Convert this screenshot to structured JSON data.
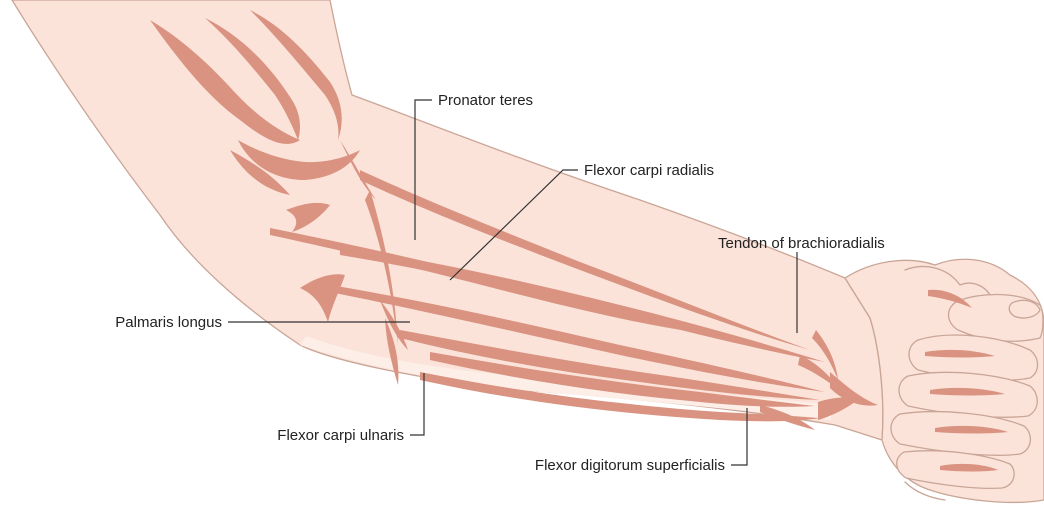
{
  "labels": {
    "pronator_teres": "Pronator teres",
    "flexor_carpi_radialis": "Flexor carpi radialis",
    "tendon_of_brachioradialis": "Tendon of brachioradialis",
    "palmaris_longus": "Palmaris longus",
    "flexor_carpi_ulnaris": "Flexor carpi ulnaris",
    "flexor_digitorum_superficialis": "Flexor digitorum superficialis"
  },
  "colors": {
    "skin": "#fbe3da",
    "skin_light": "#fdeee8",
    "outline": "#c9a596",
    "muscle": "#d99380",
    "leader": "#333333",
    "label": "#222222"
  }
}
